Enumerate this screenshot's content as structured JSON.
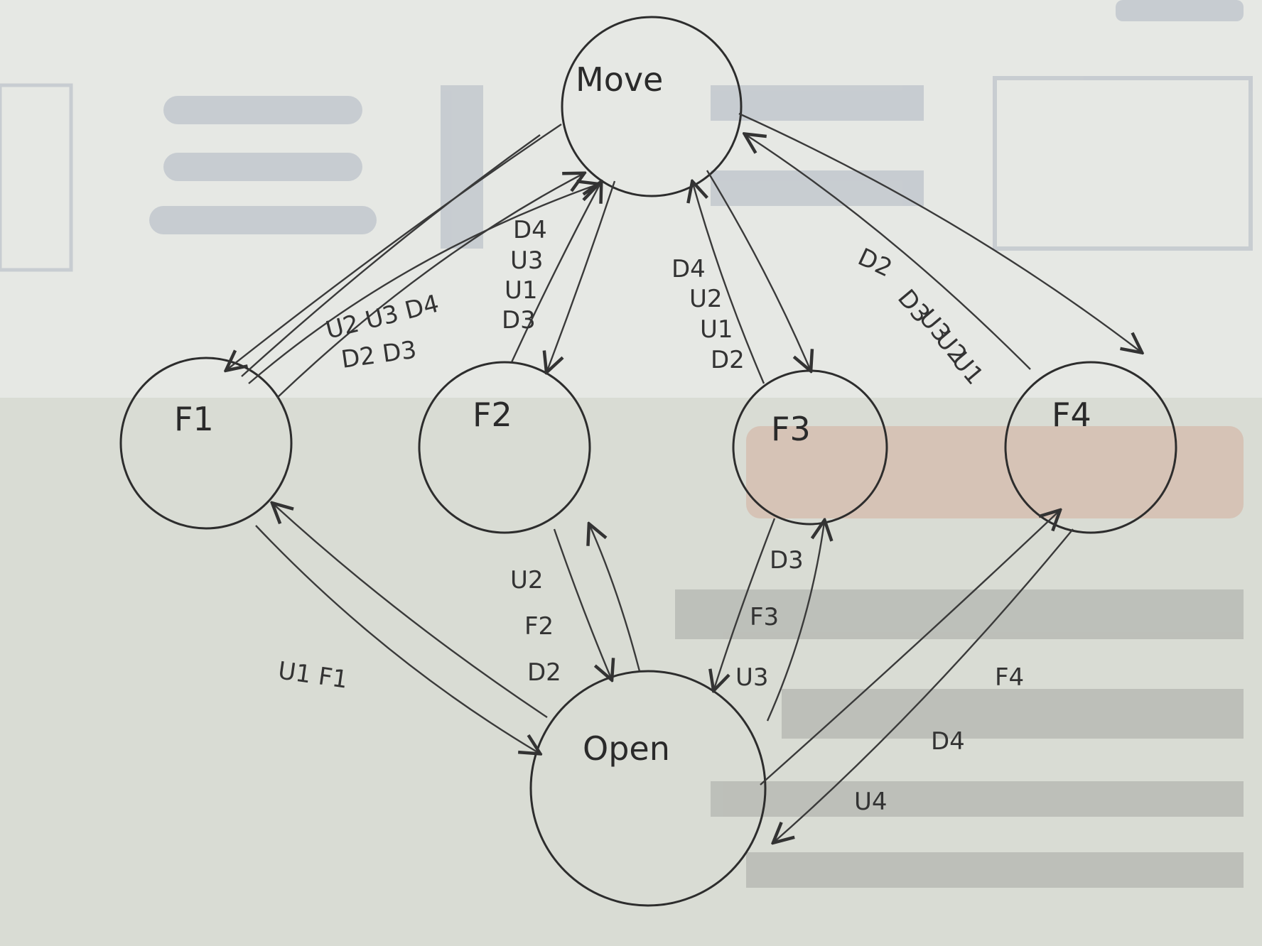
{
  "nodes": {
    "move": {
      "label": "Move"
    },
    "f1": {
      "label": "F1"
    },
    "f2": {
      "label": "F2"
    },
    "f3": {
      "label": "F3"
    },
    "f4": {
      "label": "F4"
    },
    "open": {
      "label": "Open"
    }
  },
  "edge_labels": {
    "f1_to_move": {
      "line1": "U2 U3 D4",
      "line2": "D2 D3"
    },
    "move_to_f2": {
      "line1": "D4",
      "line2": "U3",
      "line3": "U1",
      "line4": "D3"
    },
    "f3_to_move": {
      "line1": "D4",
      "line2": "U2",
      "line3": "U1",
      "line4": "D2"
    },
    "f4_to_move": {
      "line1": "D2",
      "line2": "D3",
      "line3": "U3",
      "line4": "U2",
      "line5": "U1"
    },
    "f1_to_open": {
      "text": "U1 F1"
    },
    "f2_to_open": {
      "line1": "U2",
      "line2": "F2",
      "line3": "D2"
    },
    "f3_to_open": {
      "line1": "D3",
      "line2": "F3",
      "line3": "U3"
    },
    "f4_to_open": {
      "line1": "F4",
      "line2": "D4",
      "line3": "U4"
    }
  },
  "colors": {
    "paper": "#e8eae6",
    "ink": "#2d2d2d",
    "print_ghost": "#9aa6b8",
    "print_ghost_red": "#d6a18f",
    "photo_ghost": "#98a08c"
  }
}
